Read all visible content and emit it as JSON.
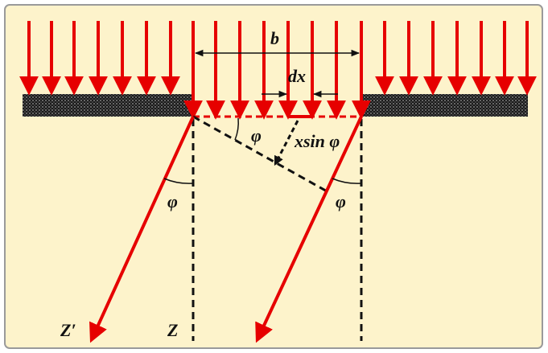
{
  "labels": {
    "slit_width": "b",
    "element_width": "dx",
    "path_difference": "xsin φ",
    "angle_top": "φ",
    "angle_left": "φ",
    "angle_right": "φ",
    "axis_z_prime": "Z′",
    "axis_z": "Z"
  },
  "colors": {
    "background": "#fdf3cb",
    "ray": "#e60000",
    "screen": "#1a1a1a",
    "annotation": "#111111",
    "border": "#9a9a9a"
  }
}
